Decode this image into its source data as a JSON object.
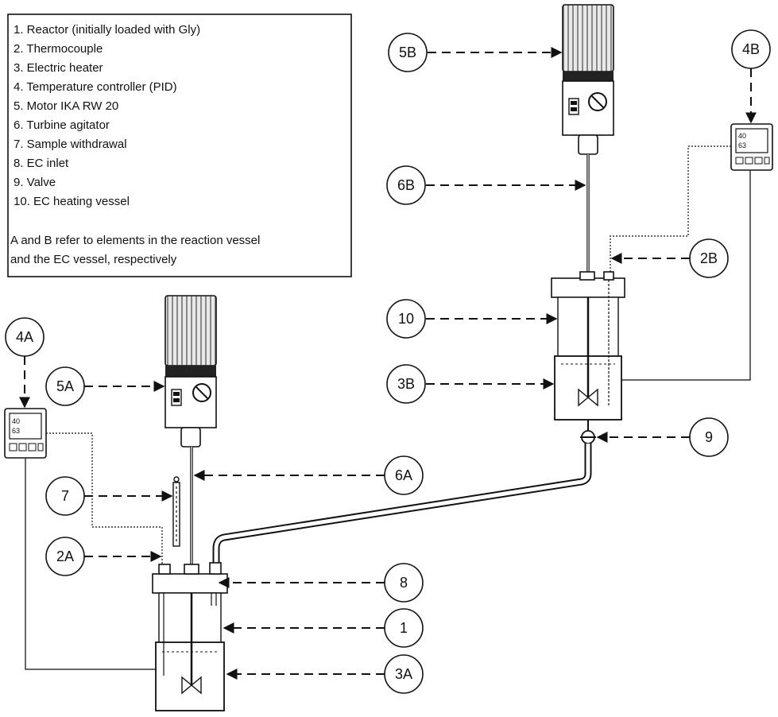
{
  "legend": {
    "items": [
      "1. Reactor (initially loaded with Gly)",
      "2. Thermocouple",
      "3. Electric heater",
      "4. Temperature controller (PID)",
      "5. Motor IKA RW 20",
      "6. Turbine agitator",
      "7. Sample withdrawal",
      "8. EC inlet",
      "9. Valve",
      "10. EC heating vessel"
    ],
    "note_line1": "A and B refer to elements in the reaction vessel",
    "note_line2": "and the EC vessel, respectively"
  },
  "callouts": {
    "c5B": "5B",
    "c4B": "4B",
    "c6B": "6B",
    "c2B": "2B",
    "c10": "10",
    "c3B": "3B",
    "c9": "9",
    "c4A": "4A",
    "c5A": "5A",
    "c6A": "6A",
    "c7": "7",
    "c2A": "2A",
    "c8": "8",
    "c1": "1",
    "c3A": "3A"
  },
  "controller_display": {
    "line1": "40",
    "line2": "63"
  }
}
